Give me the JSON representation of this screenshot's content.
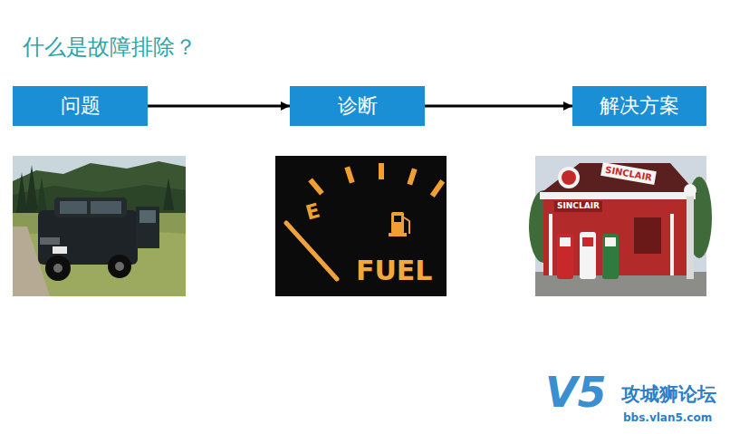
{
  "diagram": {
    "title": "什么是故障排除？",
    "nodes": [
      {
        "text": [
          "问题"
        ]
      },
      {
        "text": [
          "诊断"
        ]
      },
      {
        "text": [
          "解决方案"
        ]
      }
    ],
    "edges": [
      {
        "from": 0,
        "to": 1,
        "arrow": "to"
      },
      {
        "from": 1,
        "to": 2,
        "arrow": "to"
      }
    ],
    "labels": [
      "E",
      "FUEL",
      "SINCLAIR",
      "SINCLAIR",
      "V5",
      "攻城狮论坛",
      "bbs.vlan5.com"
    ]
  }
}
